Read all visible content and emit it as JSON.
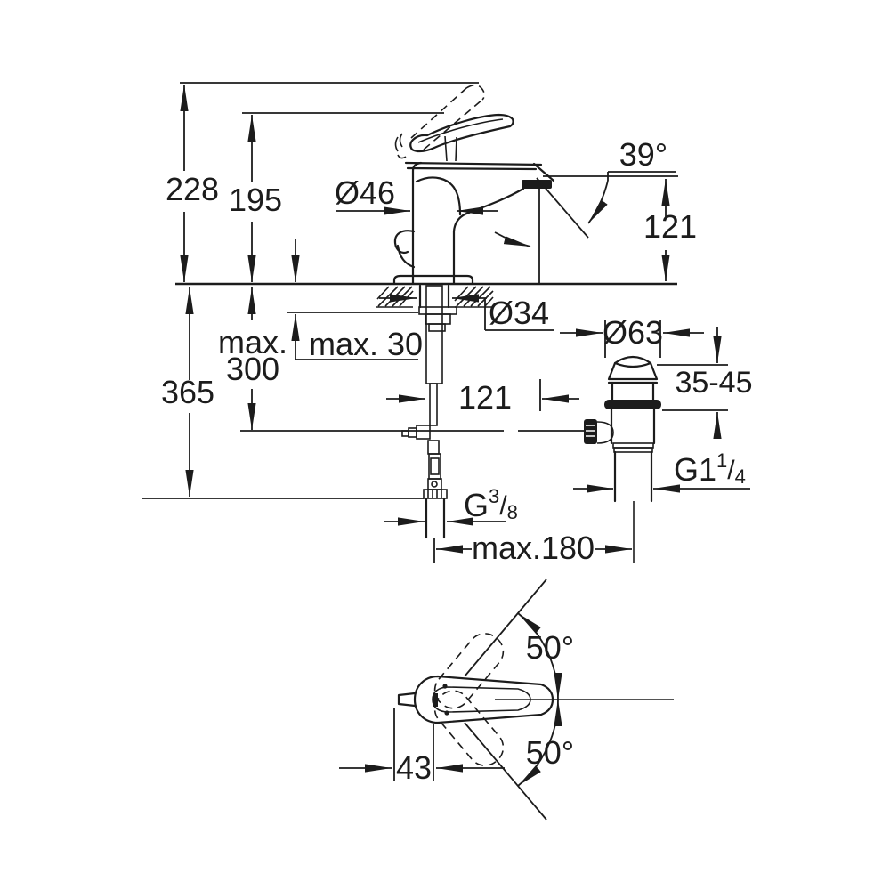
{
  "drawing": {
    "title": "faucet-installation-dimension-drawing",
    "colors": {
      "ink": "#1c1c1c",
      "paper": "#ffffff"
    },
    "labels": {
      "h228": "228",
      "h195": "195",
      "dia46": "Ø46",
      "ang39": "39°",
      "h121": "121",
      "dia34": "Ø34",
      "max_word": "max.",
      "v300": "300",
      "max30": "max. 30",
      "v365": "365",
      "off121": "121",
      "dia63": "Ø63",
      "range3545": "35-45",
      "g114_base": "G1",
      "g114_num": "1",
      "g114_slash": "/",
      "g114_den": "4",
      "g38_base": "G",
      "g38_num": "3",
      "g38_slash": "/",
      "g38_den": "8",
      "max180": "max.180",
      "ang50_up": "50°",
      "ang50_down": "50°",
      "w43": "43"
    }
  }
}
